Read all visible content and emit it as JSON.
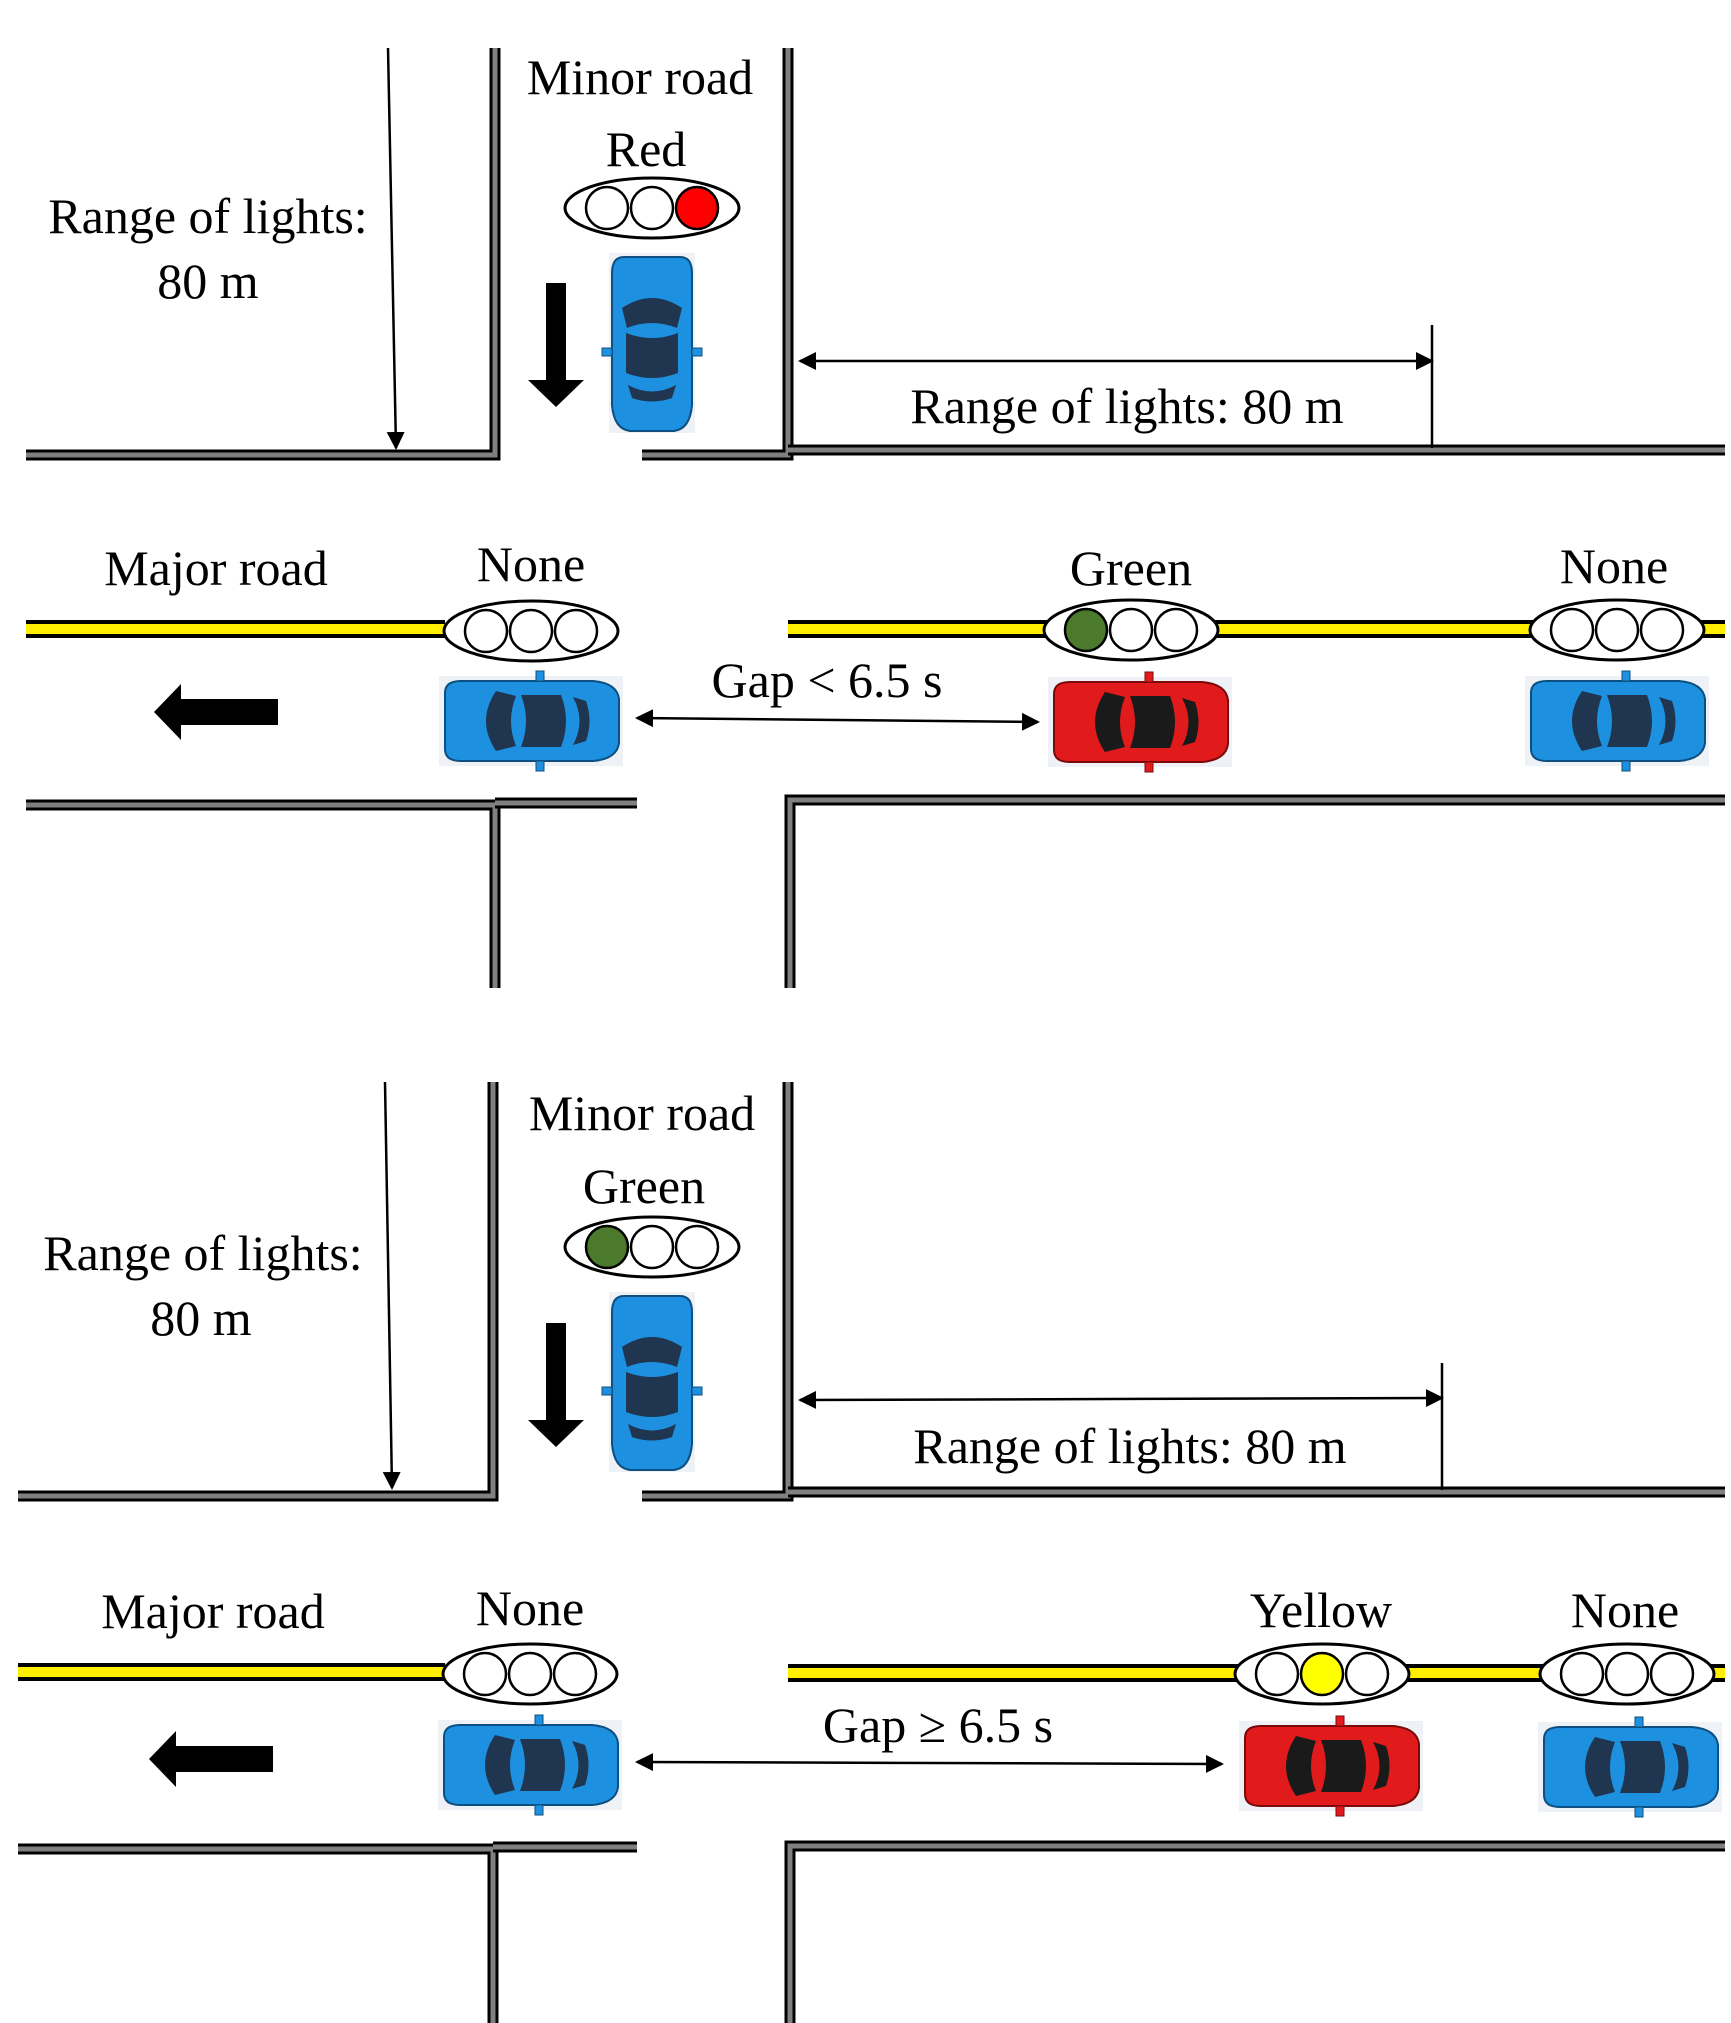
{
  "colors": {
    "blue_car": "#1e90e0",
    "red_car": "#e11b1b",
    "window": "#1f3550",
    "light_red": "#ff0000",
    "light_green": "#4c7a2c",
    "light_yellow": "#ffff00",
    "center_line": "#ffee00"
  },
  "icons": {
    "car": "car-topdown-icon",
    "traffic_light": "traffic-light-icon",
    "direction_arrow": "direction-arrow-icon"
  },
  "panels": [
    {
      "minor_road_label": "Minor road",
      "minor_light_state": "Red",
      "left_range_line1": "Range of lights:",
      "left_range_line2": "80 m",
      "right_range_label": "Range of lights: 80 m",
      "major_road_label": "Major road",
      "major_light_left_state": "None",
      "major_light_mid_state": "Green",
      "major_light_right_state": "None",
      "gap_label": "Gap < 6.5 s"
    },
    {
      "minor_road_label": "Minor road",
      "minor_light_state": "Green",
      "left_range_line1": "Range of lights:",
      "left_range_line2": "80 m",
      "right_range_label": "Range of lights: 80 m",
      "major_road_label": "Major road",
      "major_light_left_state": "None",
      "major_light_mid_state": "Yellow",
      "major_light_right_state": "None",
      "gap_label": "Gap ≥ 6.5 s"
    }
  ]
}
